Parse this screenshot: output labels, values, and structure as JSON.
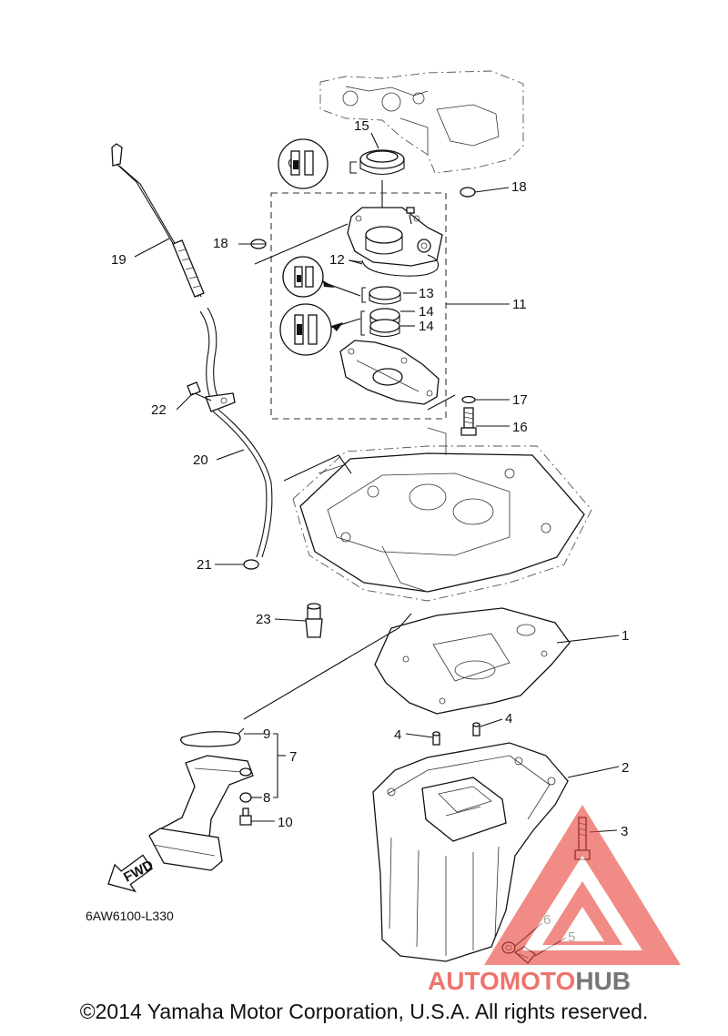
{
  "diagram": {
    "code": "6AW6100-L330",
    "fwd_label": "FWD",
    "callouts": {
      "c1": "1",
      "c2": "2",
      "c3": "3",
      "c4a": "4",
      "c4b": "4",
      "c5": "5",
      "c6": "6",
      "c7": "7",
      "c8": "8",
      "c9": "9",
      "c10": "10",
      "c11": "11",
      "c12": "12",
      "c13": "13",
      "c14a": "14",
      "c14b": "14",
      "c15": "15",
      "c16": "16",
      "c17": "17",
      "c18a": "18",
      "c18b": "18",
      "c19": "19",
      "c20": "20",
      "c21": "21",
      "c22": "22",
      "c23": "23"
    }
  },
  "watermark": {
    "part1": "AUTOMOTO",
    "part2": "HUB",
    "color_primary": "#e8463c",
    "color_secondary": "#555555"
  },
  "footer": {
    "copyright": "©2014 Yamaha Motor Corporation, U.S.A. All rights reserved."
  }
}
